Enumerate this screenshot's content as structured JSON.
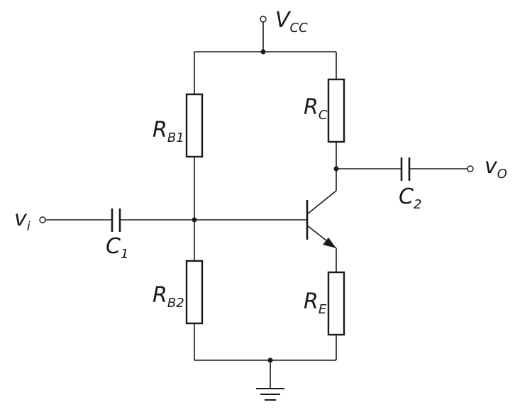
{
  "labels": {
    "vcc": {
      "main": "V",
      "sub": "CC"
    },
    "rb1": {
      "main": "R",
      "sub": "B1"
    },
    "rb2": {
      "main": "R",
      "sub": "B2"
    },
    "rc": {
      "main": "R",
      "sub": "C"
    },
    "re": {
      "main": "R",
      "sub": "E"
    },
    "c1": {
      "main": "C",
      "sub": "1"
    },
    "c2": {
      "main": "C",
      "sub": "2"
    },
    "vi": {
      "main": "v",
      "sub": "i"
    },
    "vo": {
      "main": "v",
      "sub": "O"
    }
  }
}
